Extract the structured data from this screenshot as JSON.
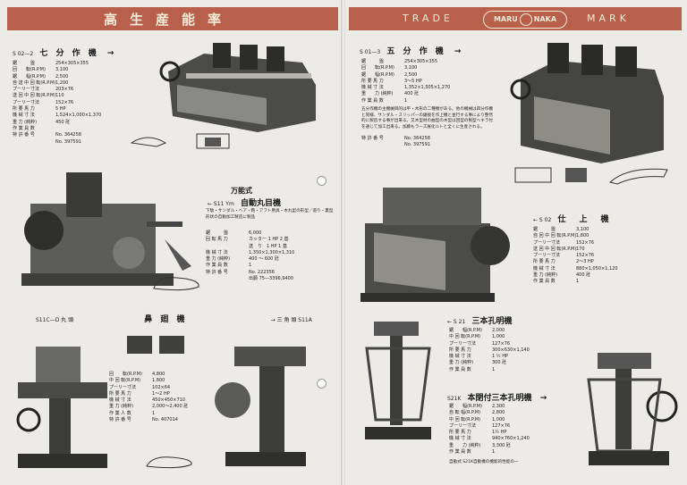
{
  "left_page": {
    "banner_title": "高生産能率",
    "m1": {
      "code": "S 02—2",
      "title": "七 分 作 機",
      "arrow": "→",
      "specs": [
        {
          "k": "鋸　　　盤",
          "v": "254×305×355"
        },
        {
          "k": "回　　転(R.P.M)",
          "v": "3,100"
        },
        {
          "k": "鋸　　幅(R.P.M)",
          "v": "2,500"
        },
        {
          "k": "自 送 中 回 転(R.P.M)",
          "v": "1,200"
        },
        {
          "k": "プーリー寸法",
          "v": "203×76"
        },
        {
          "k": "送 回 中 回 転(R.P.M)",
          "v": "110"
        },
        {
          "k": "プーリー寸法",
          "v": "152×76"
        },
        {
          "k": "所 要 馬 力",
          "v": "5 HP"
        },
        {
          "k": "機 械 寸 法",
          "v": "1,524×1,000×1,370"
        },
        {
          "k": "重 力 (純粋)",
          "v": "450 瓩"
        },
        {
          "k": "作 業 員 数",
          "v": ""
        },
        {
          "k": "特 許 番 号",
          "v": "No. 364258"
        },
        {
          "k": "",
          "v": "No. 397591"
        }
      ]
    },
    "m2": {
      "sub": "万能式",
      "code": "← S11 Ym",
      "title": "自動丸目機",
      "desc": "下駄・サンダル・ヘア・鞄・アフト用具・木丸型の形型／道り・裏型形状の自動加工製造に製品",
      "specs": [
        {
          "k": "鋸　　　盤",
          "v": "6,000"
        },
        {
          "k": "回 転 馬 力",
          "v": "カッター 1 HP 2 基"
        },
        {
          "k": "",
          "v": "送　り　1 HP 1 基"
        },
        {
          "k": "機 械 寸 法",
          "v": "1,350×1,300×1,310"
        },
        {
          "k": "重 力 (純粋)",
          "v": "400 ～ 600 瓩"
        },
        {
          "k": "作 業 員 数",
          "v": "1"
        },
        {
          "k": "特 許 番 号",
          "v": "No. 222356"
        },
        {
          "k": "",
          "v": "出願 75―3396,9400"
        }
      ]
    },
    "m3": {
      "code": "S11C—D 丸 頭",
      "title": "鼻 廻 機",
      "right": "→ 三 角 頭 S11A",
      "specs": [
        {
          "k": "回　　転(R.P.M)",
          "v": "4,800"
        },
        {
          "k": "中 回 転(R.P.M)",
          "v": "1,800"
        },
        {
          "k": "プーリー寸法",
          "v": "102×64"
        },
        {
          "k": "所 要 馬 力",
          "v": "1～2 HP"
        },
        {
          "k": "機 械 寸 法",
          "v": "450×450×710"
        },
        {
          "k": "重 力 (純粋)",
          "v": "2,000～2,400 瓩"
        },
        {
          "k": "作 業 人 数",
          "v": "1"
        },
        {
          "k": "特 許 番 号",
          "v": "No. 407014"
        }
      ]
    }
  },
  "right_page": {
    "trade": "TRADE",
    "mark": "MARK",
    "logo_left": "MARU",
    "logo_right": "NAKA",
    "m4": {
      "code": "S 01—3",
      "title": "五 分 作 機",
      "arrow": "→",
      "specs": [
        {
          "k": "鋸　　　盤",
          "v": "254×305×355"
        },
        {
          "k": "回　　転(R.P.M)",
          "v": "3,100"
        },
        {
          "k": "鋸　　幅(R.P.M)",
          "v": "2,500"
        },
        {
          "k": "所 要 馬 力",
          "v": "3～5 HP"
        },
        {
          "k": "機 械 寸 法",
          "v": "1,352×1,305×1,270"
        },
        {
          "k": "重　　力 (純粋)",
          "v": "400 瓩"
        },
        {
          "k": "作 業 員 数",
          "v": "1"
        }
      ],
      "note": "五分作機の主機械目的は平・木形の二種類がある。他の機械は四分作機と同様、サンダル・スリッパーの鋸接を作上機と並行する事により整然的に製造する事が出来る。又木型材の曲型の木型は回型の製型ヘキラ付を通じて加工出来る。加藤もラーズ展化ルトと全くに生産される。",
      "patents": [
        {
          "k": "特 許 番 号",
          "v": "No. 364258"
        },
        {
          "k": "",
          "v": "No. 397591"
        }
      ]
    },
    "m5": {
      "code": "← S 02",
      "title": "仕　上　機",
      "specs": [
        {
          "k": "鋸　　　盤",
          "v": "3,100"
        },
        {
          "k": "自 回 中 回 転(R.P.M)",
          "v": "1,800"
        },
        {
          "k": "プーリー寸法",
          "v": "152×76"
        },
        {
          "k": "送 回 中 回 転(R.P.M)",
          "v": "170"
        },
        {
          "k": "プーリー寸法",
          "v": "152×76"
        },
        {
          "k": "所 要 馬 力",
          "v": "2～3 HP"
        },
        {
          "k": "機 械 寸 法",
          "v": "880×1,050×1,120"
        },
        {
          "k": "重 力 (純粋)",
          "v": "400 瓩"
        },
        {
          "k": "作 業 員 数",
          "v": "1"
        }
      ]
    },
    "m6": {
      "code": "← S 21",
      "title": "三本孔明機",
      "specs": [
        {
          "k": "鋸　　幅(R.P.M)",
          "v": "2,000"
        },
        {
          "k": "中 回 転(R.P.M)",
          "v": "1,000"
        },
        {
          "k": "プーリー寸法",
          "v": "127×76"
        },
        {
          "k": "所 要 馬 力",
          "v": "300×630×1,140"
        },
        {
          "k": "機 械 寸 法",
          "v": "1 ½ HP"
        },
        {
          "k": "重 力 (純粋)",
          "v": "300 瓩"
        },
        {
          "k": "作 業 員 数",
          "v": "1"
        }
      ]
    },
    "m7": {
      "code": "S21K",
      "title": "本閉付三本孔明機",
      "arrow": "→",
      "specs": [
        {
          "k": "鋸　　幅(R.P.M)",
          "v": "2,300"
        },
        {
          "k": "自 転 幅(R.P.M)",
          "v": "2,800"
        },
        {
          "k": "中 回 転(R.P.M)",
          "v": "1,000"
        },
        {
          "k": "プーリー寸法",
          "v": "127×76"
        },
        {
          "k": "所 要 馬 力",
          "v": "1½ HP"
        },
        {
          "k": "機 械 寸 法",
          "v": "940×760×1,240"
        },
        {
          "k": "重　　力 (純粋)",
          "v": "3,300 瓩"
        },
        {
          "k": "作 業 員 数",
          "v": "1"
        }
      ],
      "footnote": "自動式 S21K自動機の機能的性能のー"
    }
  }
}
